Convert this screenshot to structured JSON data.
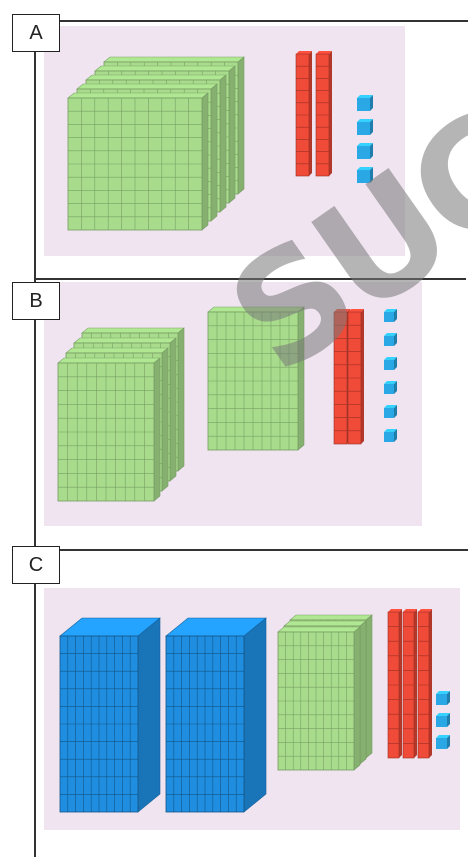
{
  "options": [
    {
      "label": "A",
      "thousands": 0,
      "hundreds": 5,
      "tens": 2,
      "ones": 4
    },
    {
      "label": "B",
      "thousands": 0,
      "hundreds": 5,
      "tens": 2,
      "ones": 6
    },
    {
      "label": "C",
      "thousands": 2,
      "hundreds": 3,
      "tens": 3,
      "ones": 3
    }
  ],
  "watermark": "SUC",
  "colors": {
    "panel": "#efe4f0",
    "hundred": "#a8dc8c",
    "ten": "#f04a38",
    "one": "#2aa8e6",
    "thousand": "#1f8ee0"
  }
}
